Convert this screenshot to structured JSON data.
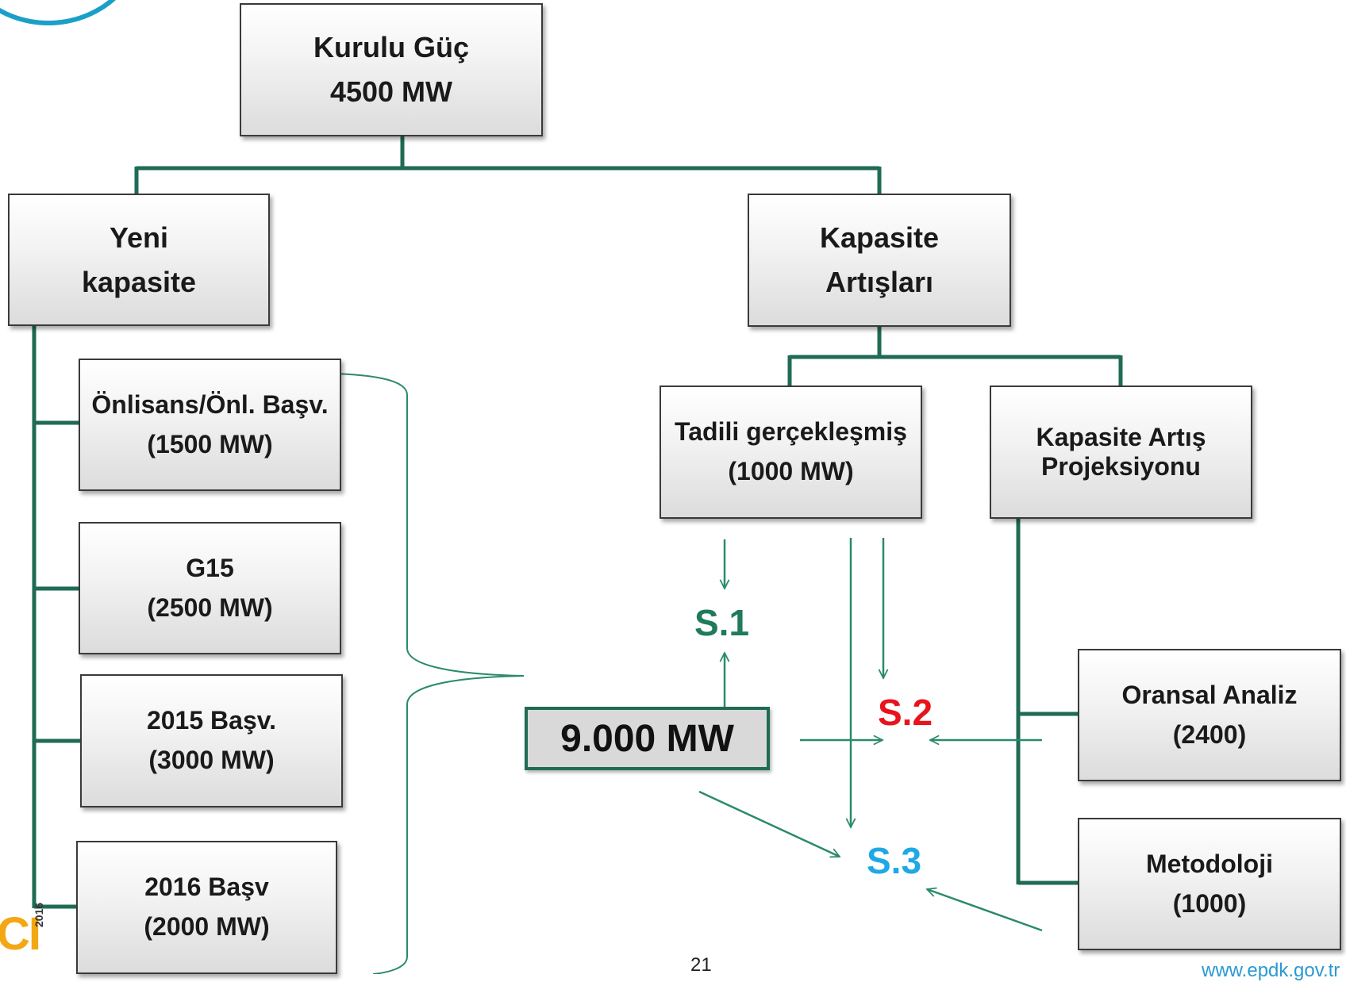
{
  "root": {
    "line1": "Kurulu Güç",
    "line2": "4500 MW"
  },
  "left_branch": {
    "line1": "Yeni",
    "line2": "kapasite"
  },
  "right_branch": {
    "line1": "Kapasite",
    "line2": "Artışları"
  },
  "left_items": [
    {
      "line1": "Önlisans/Önl. Başv.",
      "line2": "(1500 MW)"
    },
    {
      "line1": "G15",
      "line2": "(2500 MW)"
    },
    {
      "line1": "2015 Başv.",
      "line2": "(3000 MW)"
    },
    {
      "line1": "2016 Başv",
      "line2": "(2000 MW)"
    }
  ],
  "tadili": {
    "line1": "Tadili gerçekleşmiş",
    "line2": "(1000 MW)"
  },
  "projeksiyon": {
    "line1": "Kapasite Artış",
    "line2": "Projeksiyonu"
  },
  "oransal": {
    "line1": "Oransal Analiz",
    "line2": "(2400)"
  },
  "metodoloji": {
    "line1": "Metodoloji",
    "line2": "(1000)"
  },
  "total": "9.000 MW",
  "scenarios": [
    {
      "label": "S.1",
      "color": "#1f7a5e"
    },
    {
      "label": "S.2",
      "color": "#e8141b"
    },
    {
      "label": "S.3",
      "color": "#1ea9e6"
    }
  ],
  "footer": {
    "page_number": "21",
    "url": "www.epdk.gov.tr"
  },
  "logo": {
    "text": "CI",
    "year": "2016"
  },
  "colors": {
    "connector": "#1f6b55",
    "arrow": "#2a8a6c"
  }
}
